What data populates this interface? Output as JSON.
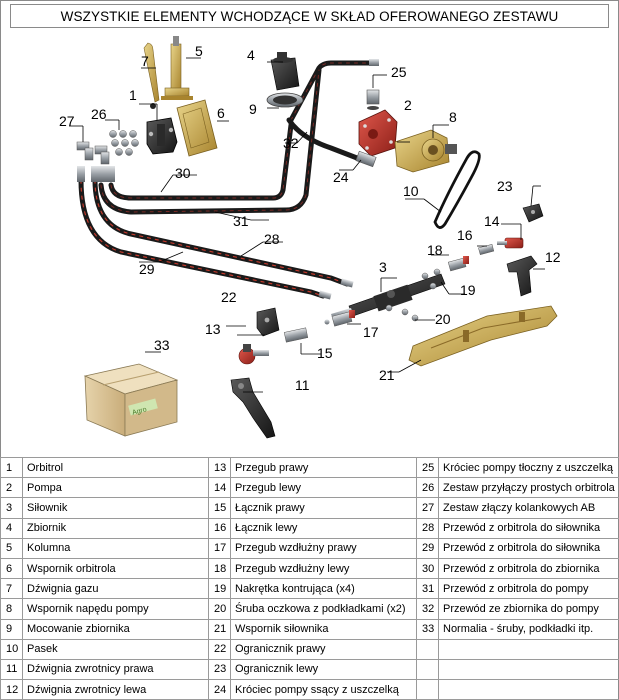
{
  "title": "WSZYSTKIE ELEMENTY WCHODZĄCE W SKŁAD OFEROWANEGO ZESTAWU",
  "callouts": [
    "1",
    "2",
    "3",
    "4",
    "5",
    "6",
    "7",
    "8",
    "9",
    "10",
    "11",
    "12",
    "13",
    "14",
    "15",
    "16",
    "17",
    "18",
    "19",
    "20",
    "21",
    "22",
    "23",
    "24",
    "25",
    "26",
    "27",
    "28",
    "29",
    "30",
    "31",
    "32",
    "33"
  ],
  "box_logo": "Agro",
  "colors": {
    "hose": "#1a1a1a",
    "hose_stripe": "#c0392b",
    "brass": "#c9a54a",
    "steel": "#9aa0a6",
    "red_part": "#b8322a",
    "box": "#d8c39a"
  },
  "parts_table": {
    "columns": [
      [
        {
          "num": "1",
          "name": "Orbitrol"
        },
        {
          "num": "2",
          "name": "Pompa"
        },
        {
          "num": "3",
          "name": "Siłownik"
        },
        {
          "num": "4",
          "name": "Zbiornik"
        },
        {
          "num": "5",
          "name": "Kolumna"
        },
        {
          "num": "6",
          "name": "Wspornik orbitrola"
        },
        {
          "num": "7",
          "name": "Dźwignia gazu"
        },
        {
          "num": "8",
          "name": "Wspornik napędu pompy"
        },
        {
          "num": "9",
          "name": "Mocowanie zbiornika"
        },
        {
          "num": "10",
          "name": "Pasek"
        },
        {
          "num": "11",
          "name": "Dźwignia zwrotnicy prawa"
        },
        {
          "num": "12",
          "name": "Dźwignia zwrotnicy lewa"
        }
      ],
      [
        {
          "num": "13",
          "name": "Przegub prawy"
        },
        {
          "num": "14",
          "name": "Przegub lewy"
        },
        {
          "num": "15",
          "name": "Łącznik prawy"
        },
        {
          "num": "16",
          "name": "Łącznik lewy"
        },
        {
          "num": "17",
          "name": "Przegub wzdłużny prawy"
        },
        {
          "num": "18",
          "name": "Przegub wzdłużny lewy"
        },
        {
          "num": "19",
          "name": "Nakrętka kontrująca (x4)"
        },
        {
          "num": "20",
          "name": "Śruba oczkowa z podkładkami (x2)"
        },
        {
          "num": "21",
          "name": "Wspornik siłownika"
        },
        {
          "num": "22",
          "name": "Ogranicznik prawy"
        },
        {
          "num": "23",
          "name": "Ogranicznik lewy"
        },
        {
          "num": "24",
          "name": "Króciec pompy ssący z uszczelką"
        }
      ],
      [
        {
          "num": "25",
          "name": "Króciec pompy tłoczny z uszczelką"
        },
        {
          "num": "26",
          "name": "Zestaw przyłączy prostych orbitrola"
        },
        {
          "num": "27",
          "name": "Zestaw złączy kolankowych AB"
        },
        {
          "num": "28",
          "name": "Przewód z orbitrola do siłownika"
        },
        {
          "num": "29",
          "name": "Przewód z orbitrola do siłownika"
        },
        {
          "num": "30",
          "name": "Przewód z orbitrola do zbiornika"
        },
        {
          "num": "31",
          "name": "Przewód z orbitrola do pompy"
        },
        {
          "num": "32",
          "name": "Przewód ze zbiornika do pompy"
        },
        {
          "num": "33",
          "name": "Normalia - śruby, podkładki itp."
        },
        {
          "num": "",
          "name": ""
        },
        {
          "num": "",
          "name": ""
        },
        {
          "num": "",
          "name": ""
        }
      ]
    ]
  }
}
